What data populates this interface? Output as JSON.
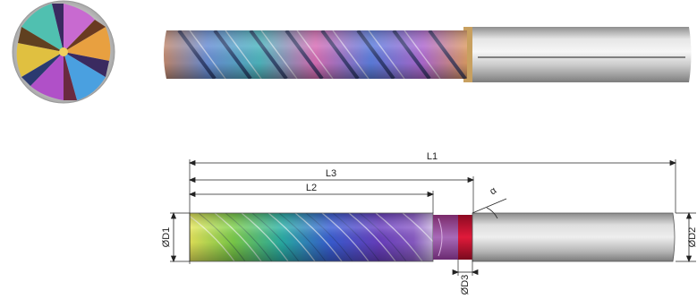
{
  "product": {
    "type": "flat end mill",
    "flutes": 6,
    "coating": "iridescent multicolor",
    "views": [
      "end-view",
      "side-view",
      "dimension-drawing"
    ]
  },
  "dimensions": {
    "L1": "L1",
    "L2": "L2",
    "L3": "L3",
    "D1": "ØD1",
    "D2": "ØD2",
    "D3": "ØD3",
    "angle": "α"
  },
  "colors": {
    "dimension_line": "#222222",
    "shank": "#b8b8b8",
    "neck_marker": "#c8102e",
    "gradient": [
      "#e8e85a",
      "#7ccf4a",
      "#29b0a8",
      "#3a5ed6",
      "#6a3fc2",
      "#8b5cc8",
      "#c9b3e0"
    ]
  }
}
